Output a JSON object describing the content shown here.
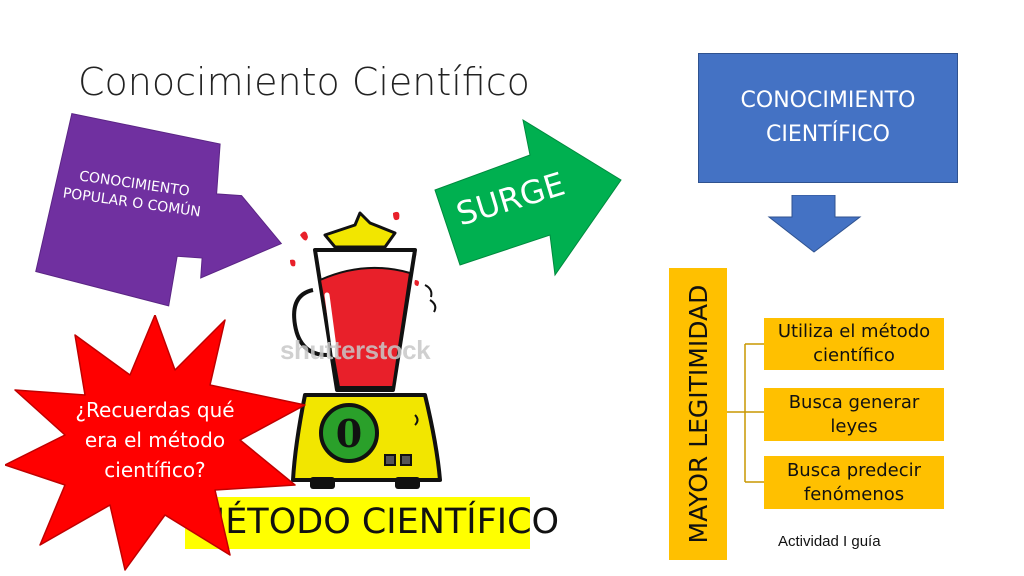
{
  "slide": {
    "title": "Conocimiento Científico",
    "popular_label": "CONOCIMIENTO POPULAR O COMÚN",
    "surge_label": "SURGE",
    "scientific_box_label": "CONOCIMIENTO CIENTÍFICO",
    "legitimacy_label": "MAYOR LEGITIMIDAD",
    "features": [
      "Utiliza el método científico",
      "Busca generar leyes",
      "Busca predecir fenómenos"
    ],
    "footer": "Actividad I guía",
    "watermark": "shutterstock",
    "method_label": "MÉTODO CIENTÍFICO",
    "question": "¿Recuerdas qué era el método científico?",
    "blender_dial": "0"
  },
  "colors": {
    "purple": "#7030a0",
    "green": "#00b050",
    "blue": "#4472c4",
    "gold": "#ffc000",
    "yellow": "#ffff00",
    "red": "#ff0000"
  },
  "icons": [
    "blender-illustration",
    "down-arrow",
    "right-arrow",
    "explosion-star"
  ]
}
